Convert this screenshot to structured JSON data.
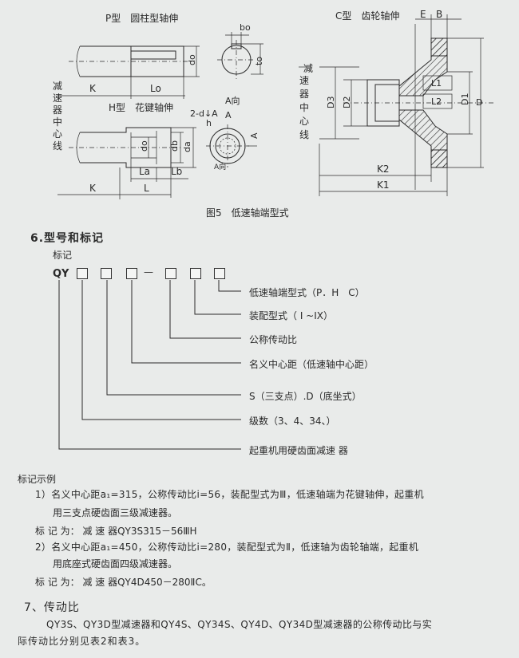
{
  "figure5": {
    "p_type_title": "P型　圆柱型轴伸",
    "h_type_title": "H型　花键轴伸",
    "c_type_title": "C型　齿轮轴伸",
    "caption": "图5　低速轴端型式",
    "reducer_center_line": [
      "减",
      "速",
      "器",
      "中",
      "心",
      "线"
    ],
    "labels": {
      "K": "K",
      "Lo": "Lo",
      "do": "do",
      "to": "to",
      "bo": "bo",
      "A_dir": "A向",
      "A": "A",
      "spline_spec": "2-d↓A",
      "h": "h",
      "La": "La",
      "Lb": "Lb",
      "L": "L",
      "db": "db",
      "da": "da",
      "E": "E",
      "B": "B",
      "D3": "D3",
      "D2": "D2",
      "L1": "L1",
      "L2": "L2",
      "D1": "D1",
      "D": "D",
      "K2": "K2",
      "K1": "K1"
    }
  },
  "section6": {
    "heading": "6.型号和标记",
    "subheading": "标记",
    "code_prefix": "QY",
    "dash": "—",
    "legend": [
      "低速轴端型式（P．H　C）",
      "装配型式（ I ~IX）",
      "公称传动比",
      "名义中心距（低速轴中心距）",
      "S（三支点）.D（底坐式）",
      "级数（3、4、34、）",
      "起重机用硬齿面减速 器"
    ]
  },
  "examples": {
    "title": "标记示例",
    "ex1_line1": "1）名义中心距a₁=315，公称传动比i=56，装配型式为Ⅲ，低速轴端为花键轴伸，起重机",
    "ex1_line2": "用三支点硬齿面三级减速器。",
    "ex1_mark": "标 记 为： 减 速 器QY3S315－56ⅢH",
    "ex2_line1": "2）名义中心距a₁=450，公称传动比i=280，装配型式为Ⅱ，低速轴为齿轮轴端，起重机",
    "ex2_line2": "用底座式硬齿面四级减速器。",
    "ex2_mark": "标 记 为： 减 速 器QY4D450－280ⅡC。"
  },
  "section7": {
    "heading": "7、传动比",
    "para_line1": "QY3S、QY3D型减速器和QY4S、QY34S、QY4D、QY34D型减速器的公称传动比与实",
    "para_line2": "际传动比分别见表2和表3。"
  }
}
